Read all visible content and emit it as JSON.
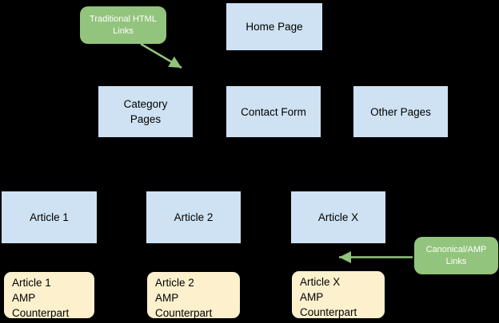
{
  "colors": {
    "background": "#000000",
    "node_fill_blue": "#cfe2f3",
    "node_border": "#000000",
    "node_text": "#000000",
    "amp_fill": "#fcf0cd",
    "amp_border": "#000000",
    "callout_fill": "#93c47d",
    "callout_text": "#ffffff",
    "arrow": "#93c47d"
  },
  "nodes": {
    "home": {
      "label": "Home Page"
    },
    "category": {
      "label": "Category\nPages"
    },
    "contact": {
      "label": "Contact Form"
    },
    "other": {
      "label": "Other Pages"
    },
    "article1": {
      "label": "Article 1"
    },
    "article2": {
      "label": "Article 2"
    },
    "articleX": {
      "label": "Article X"
    },
    "amp1": {
      "label": "Article 1\nAMP\nCounterpart"
    },
    "amp2": {
      "label": "Article 2\nAMP\nCounterpart"
    },
    "ampX": {
      "label": "Article X\nAMP\nCounterpart"
    }
  },
  "callouts": {
    "traditional": {
      "label": "Traditional HTML\nLinks"
    },
    "canonical": {
      "label": "Canonical/AMP\nLinks"
    }
  }
}
